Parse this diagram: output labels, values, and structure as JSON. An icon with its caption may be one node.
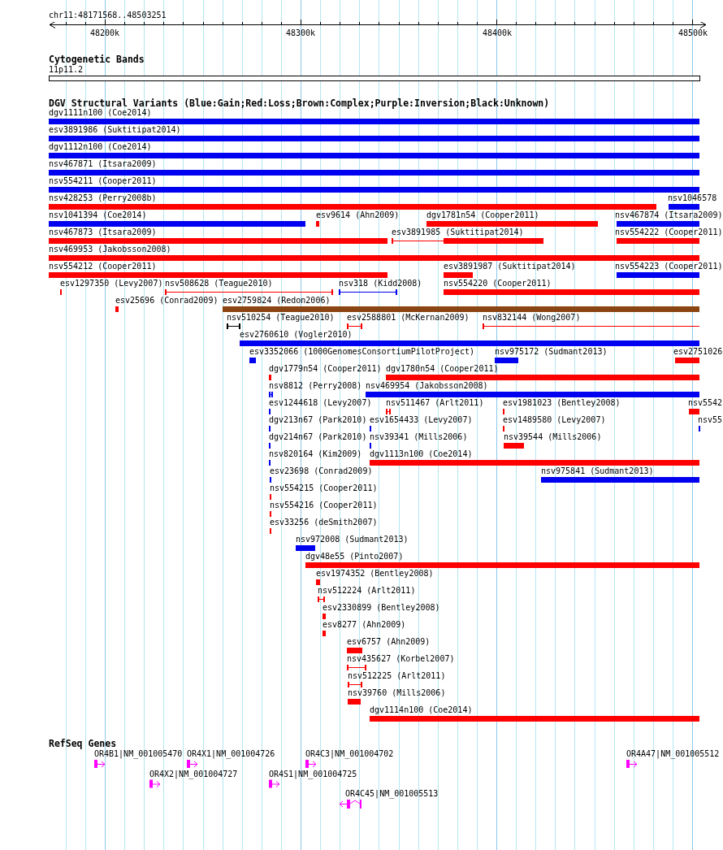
{
  "diagram": {
    "labels": [
      "chr11:48171568..48503251",
      "48200k",
      "48300k",
      "48400k",
      "48500k",
      "Cytogenetic Bands",
      "11p11.2",
      "DGV Structural Variants (Blue:Gain;Red:Loss;Brown:Complex;Purple:Inversion;Black:Unknown)",
      "dgv1111n100 (Coe2014)",
      "esv3891986 (Suktitipat2014)",
      "dgv1112n100 (Coe2014)",
      "nsv467871 (Itsara2009)",
      "nsv554211 (Cooper2011)",
      "nsv428253 (Perry2008b)",
      "nsv1046578",
      "nsv1041394 (Coe2014)",
      "esv9614 (Ahn2009)",
      "dgv1781n54 (Cooper2011)",
      "nsv467874 (Itsara2009)",
      "nsv467873 (Itsara2009)",
      "esv3891985 (Suktitipat2014)",
      "nsv554222 (Cooper2011)",
      "nsv469953 (Jakobsson2008)",
      "nsv554212 (Cooper2011)",
      "esv3891987 (Suktitipat2014)",
      "nsv554223 (Cooper2011)",
      "esv1297350 (Levy2007)",
      "nsv508628 (Teague2010)",
      "nsv318 (Kidd2008)",
      "nsv554220 (Cooper2011)",
      "esv25696 (Conrad2009)",
      "esv2759824 (Redon2006)",
      "nsv510254 (Teague2010)",
      "esv2588801 (McKernan2009)",
      "nsv832144 (Wong2007)",
      "esv2760610 (Vogler2010)",
      "esv3352066 (1000GenomesConsortiumPilotProject)",
      "nsv975172 (Sudmant2013)",
      "esv2751026",
      "dgv1779n54 (Cooper2011)",
      "dgv1780n54 (Cooper2011)",
      "nsv8812 (Perry2008)",
      "nsv469954 (Jakobsson2008)",
      "esv1244618 (Levy2007)",
      "nsv511467 (Arlt2011)",
      "esv1981023 (Bentley2008)",
      "nsv5542",
      "dgv213n67 (Park2010)",
      "esv1654433 (Levy2007)",
      "esv1489580 (Levy2007)",
      "nsv55",
      "dgv214n67 (Park2010)",
      "nsv39341 (Mills2006)",
      "nsv39544 (Mills2006)",
      "nsv820164 (Kim2009)",
      "dgv1113n100 (Coe2014)",
      "esv23698 (Conrad2009)",
      "nsv975841 (Sudmant2013)",
      "nsv554215 (Cooper2011)",
      "nsv554216 (Cooper2011)",
      "esv33256 (deSmith2007)",
      "nsv972008 (Sudmant2013)",
      "dgv48e55 (Pinto2007)",
      "esv1974352 (Bentley2008)",
      "nsv512224 (Arlt2011)",
      "esv2330899 (Bentley2008)",
      "esv8277 (Ahn2009)",
      "esv6757 (Ahn2009)",
      "nsv435627 (Korbel2007)",
      "nsv512225 (Arlt2011)",
      "nsv39760 (Mills2006)",
      "dgv1114n100 (Coe2014)",
      "RefSeq Genes",
      "OR4B1|NM_001005470",
      "OR4X1|NM_001004726",
      "OR4C3|NM_001004702",
      "OR4A47|NM_001005512",
      "OR4X2|NM_001004727",
      "OR4S1|NM_001004725",
      "OR4C45|NM_001005513"
    ]
  }
}
